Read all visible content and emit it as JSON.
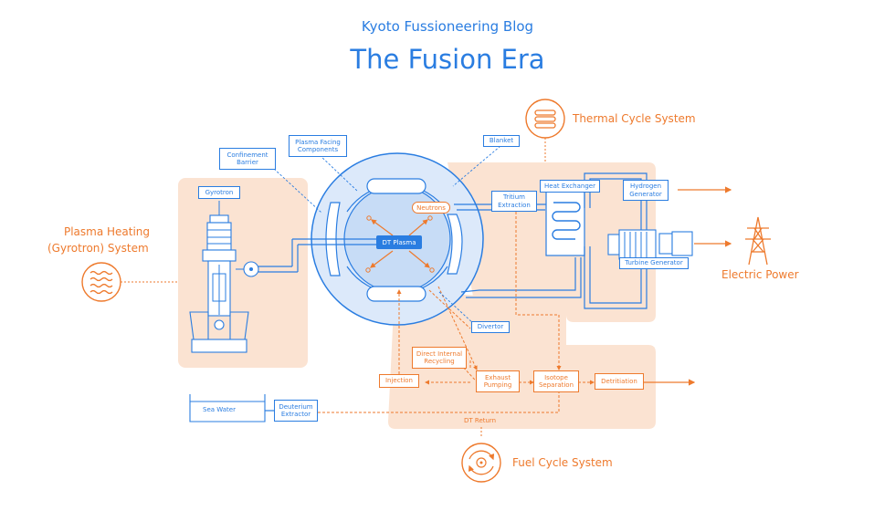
{
  "header": {
    "blog_title": "Kyoto Fussioneering Blog",
    "title": "The Fusion Era"
  },
  "systems": {
    "thermal": "Thermal Cycle System",
    "plasma_heating_line1": "Plasma Heating",
    "plasma_heating_line2": "(Gyrotron) System",
    "fuel": "Fuel Cycle System",
    "electric_power": "Electric Power"
  },
  "labels": {
    "confinement_barrier": "Confinement Barrier",
    "plasma_facing": "Plasma Facing Components",
    "blanket": "Blanket",
    "gyrotron": "Gyrotron",
    "dt_plasma": "DT Plasma",
    "neutrons": "Neutrons",
    "tritium_extraction": "Tritium Extraction",
    "heat_exchanger": "Heat Exchanger",
    "hydrogen_generator": "Hydrogen Generator",
    "turbine_generator": "Turbine Generator",
    "divertor": "Divertor",
    "direct_internal_recycling": "Direct Internal Recycling",
    "injection": "Injection",
    "exhaust_pumping": "Exhaust Pumping",
    "isotope_separation": "Isotope Separation",
    "detritiation": "Detritiation",
    "sea_water": "Sea Water",
    "deuterium_extractor": "Deuterium Extractor",
    "dt_return": "DT Return"
  },
  "colors": {
    "blue": "#2a7de1",
    "orange": "#ee7a2d",
    "peach": "#fbe3d2",
    "plasma_fill": "#dce9fa"
  },
  "icons": {
    "thermal": "coil-icon",
    "plasma_heating": "wave-icon",
    "fuel": "cycle-icon",
    "electric_power": "power-tower-icon"
  }
}
